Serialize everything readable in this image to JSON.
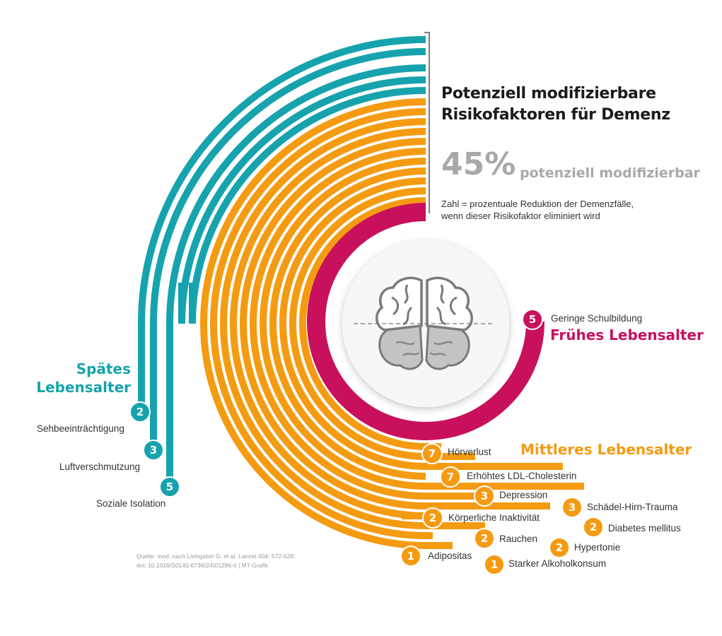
{
  "title": {
    "line1": "Potenziell modifizierbare",
    "line2": "Risikofaktoren für Demenz"
  },
  "percent": {
    "value": "45%",
    "label": "potenziell modifizierbar"
  },
  "description": {
    "line1": "Zahl = prozentuale Reduktion der Demenzfälle,",
    "line2": "wenn dieser Risikofaktor eliminiert wird"
  },
  "colors": {
    "teal": "#16a3ad",
    "orange": "#f49b12",
    "crimson": "#c8105c",
    "grey": "#a9a9a9"
  },
  "icon": "brain-icon",
  "groups": {
    "early": {
      "title": "Frühes Lebensalter",
      "items": [
        {
          "value": "5",
          "label": "Geringe Schulbildung"
        }
      ]
    },
    "mid": {
      "title": "Mittleres Lebensalter",
      "items": [
        {
          "value": "7",
          "label": "Hörverlust"
        },
        {
          "value": "7",
          "label": "Erhöhtes LDL-Cholesterin"
        },
        {
          "value": "3",
          "label": "Depression"
        },
        {
          "value": "3",
          "label": "Schädel-Hirn-Trauma"
        },
        {
          "value": "2",
          "label": "Körperliche Inaktivität"
        },
        {
          "value": "2",
          "label": "Diabetes mellitus"
        },
        {
          "value": "2",
          "label": "Rauchen"
        },
        {
          "value": "2",
          "label": "Hypertonie"
        },
        {
          "value": "1",
          "label": "Adipositas"
        },
        {
          "value": "1",
          "label": "Starker Alkoholkonsum"
        }
      ]
    },
    "late": {
      "title_line1": "Spätes",
      "title_line2": "Lebensalter",
      "items": [
        {
          "value": "2",
          "label": "Sehbeeinträchtigung"
        },
        {
          "value": "3",
          "label": "Luftverschmutzung"
        },
        {
          "value": "5",
          "label": "Soziale Isolation"
        }
      ]
    }
  },
  "source": {
    "line1": "Quelle: mod. nach Livingston G. et al. Lancet 404: 572-628;",
    "line2": "doi: 10.1016/S0140-6736(24)01296-0 | MT-Grafik"
  }
}
